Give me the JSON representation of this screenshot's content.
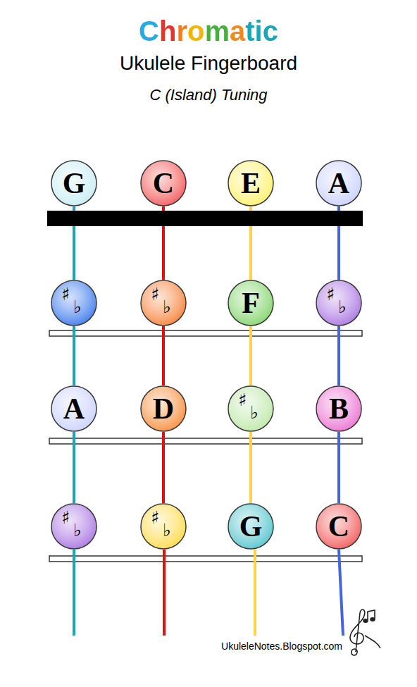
{
  "diagram": {
    "title": "Chromatic",
    "nodes": [
      {
        "text": [
          "G"
        ]
      },
      {
        "text": [
          "C"
        ]
      },
      {
        "text": [
          "E"
        ]
      },
      {
        "text": [
          "A"
        ]
      },
      {
        "text": [
          "♯",
          "♭"
        ]
      },
      {
        "text": [
          "♯",
          "♭"
        ]
      },
      {
        "text": [
          "F"
        ]
      },
      {
        "text": [
          "♯",
          "♭"
        ]
      },
      {
        "text": [
          "A"
        ]
      },
      {
        "text": [
          "D"
        ]
      },
      {
        "text": [
          "♯",
          "♭"
        ]
      },
      {
        "text": [
          "B"
        ]
      },
      {
        "text": [
          "♯",
          "♭"
        ]
      },
      {
        "text": [
          "♯",
          "♭"
        ]
      },
      {
        "text": [
          "G"
        ]
      },
      {
        "text": [
          "C"
        ]
      }
    ],
    "edges": [
      {
        "from": 0,
        "to": 4,
        "arrow": "none"
      },
      {
        "from": 4,
        "to": 8,
        "arrow": "none"
      },
      {
        "from": 8,
        "to": 12,
        "arrow": "none"
      },
      {
        "from": 1,
        "to": 5,
        "arrow": "none"
      },
      {
        "from": 5,
        "to": 9,
        "arrow": "none"
      },
      {
        "from": 9,
        "to": 13,
        "arrow": "none"
      },
      {
        "from": 2,
        "to": 6,
        "arrow": "none"
      },
      {
        "from": 6,
        "to": 10,
        "arrow": "none"
      },
      {
        "from": 10,
        "to": 14,
        "arrow": "none"
      },
      {
        "from": 3,
        "to": 7,
        "arrow": "none"
      },
      {
        "from": 7,
        "to": 11,
        "arrow": "none"
      },
      {
        "from": 11,
        "to": 15,
        "arrow": "none"
      }
    ],
    "labels": [
      "Ukulele Fingerboard",
      "C (Island) Tuning",
      "UkuleleNotes.Blogspot.com"
    ]
  }
}
